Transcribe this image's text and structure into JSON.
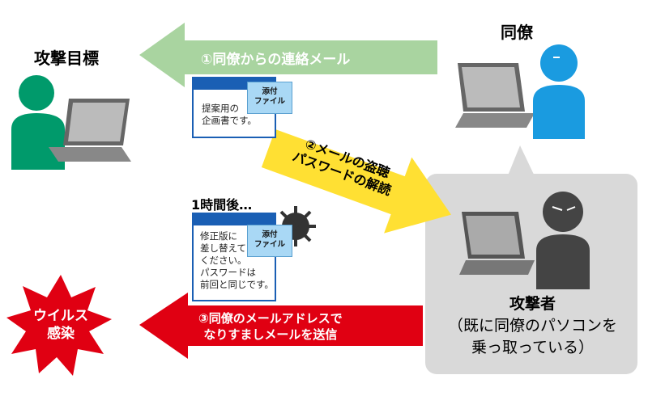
{
  "target_label": "攻撃目標",
  "colleague_label": "同僚",
  "arrow1": "①同僚からの連絡メール",
  "arrow2": [
    "②メールの盗聴",
    "パスワードの解読"
  ],
  "arrow3": [
    "③同僚のメールアドレスで",
    "なりすましメールを送信"
  ],
  "infection": [
    "ウイルス",
    "感染"
  ],
  "attacker": [
    "攻撃者",
    "（既に同僚のパソコンを",
    "乗っ取っている）"
  ],
  "time_label": "1時間後…",
  "attachment": [
    "添付",
    "ファイル"
  ],
  "mail1": [
    "提案用の",
    "企画書です。"
  ],
  "mail2": [
    "修正版に",
    "差し替えて",
    "ください。",
    "パスワードは",
    "前回と同じです。"
  ],
  "colors": {
    "target": "#009a6b",
    "colleague": "#1a9be0",
    "attacker": "#444444",
    "green_arrow": "#a9d4a0",
    "yellow_arrow": "#ffe033",
    "red_arrow": "#e00012",
    "bubble": "#d9d9d9"
  }
}
